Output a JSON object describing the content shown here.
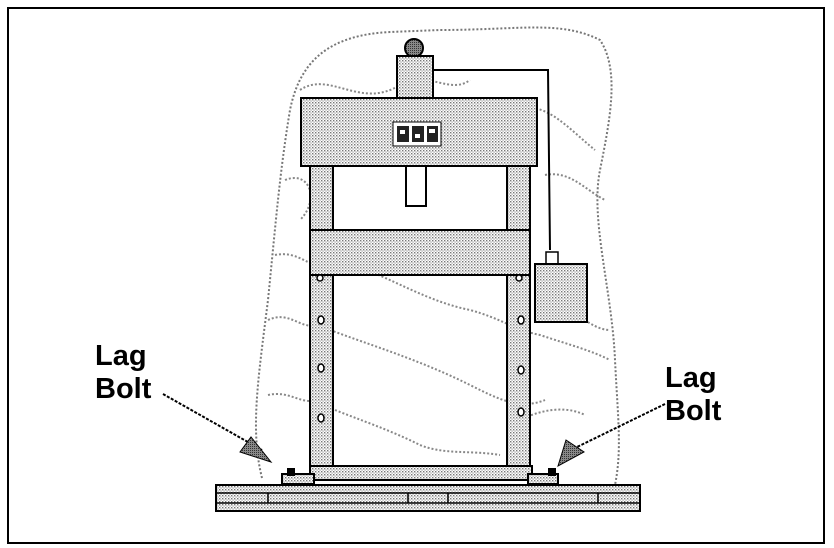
{
  "diagram": {
    "subject": "hydraulic shop press",
    "colors": {
      "outline": "#000000",
      "stipple": "#777777",
      "background": "#ffffff"
    },
    "icons": [
      "hydraulic-press-icon",
      "pump-icon",
      "arrow-icon",
      "nameplate-icon"
    ]
  },
  "callouts": {
    "left": {
      "line1": "Lag",
      "line2": "Bolt"
    },
    "right": {
      "line1": "Lag",
      "line2": "Bolt"
    }
  }
}
